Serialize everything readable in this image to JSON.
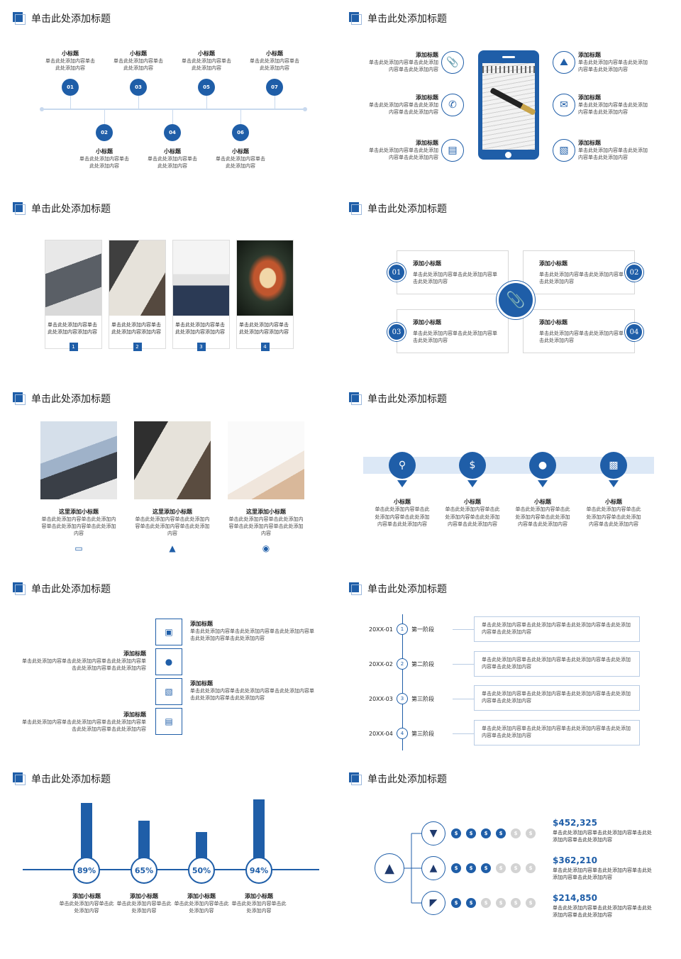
{
  "slide_title": "单击此处添加标题",
  "s1": {
    "top": [
      {
        "num": "01",
        "head": "小标题",
        "body": "单击此处添加内容单击此处添加内容"
      },
      {
        "num": "03",
        "head": "小标题",
        "body": "单击此处添加内容单击此处添加内容"
      },
      {
        "num": "05",
        "head": "小标题",
        "body": "单击此处添加内容单击此处添加内容"
      },
      {
        "num": "07",
        "head": "小标题",
        "body": "单击此处添加内容单击此处添加内容"
      }
    ],
    "bottom": [
      {
        "num": "02",
        "head": "小标题",
        "body": "单击此处添加内容单击此处添加内容"
      },
      {
        "num": "04",
        "head": "小标题",
        "body": "单击此处添加内容单击此处添加内容"
      },
      {
        "num": "06",
        "head": "小标题",
        "body": "单击此处添加内容单击此处添加内容"
      }
    ]
  },
  "s2": {
    "left": [
      {
        "head": "添加标题",
        "body": "单击此处添加内容单击此处添加内容单击此处添加内容"
      },
      {
        "head": "添加标题",
        "body": "单击此处添加内容单击此处添加内容单击此处添加内容"
      },
      {
        "head": "添加标题",
        "body": "单击此处添加内容单击此处添加内容单击此处添加内容"
      }
    ],
    "right": [
      {
        "head": "添加标题",
        "body": "单击此处添加内容单击此处添加内容单击此处添加内容"
      },
      {
        "head": "添加标题",
        "body": "单击此处添加内容单击此处添加内容单击此处添加内容"
      },
      {
        "head": "添加标题",
        "body": "单击此处添加内容单击此处添加内容单击此处添加内容"
      }
    ]
  },
  "s3": {
    "cards": [
      {
        "text": "单击此处添加内容单击此处添加内容添加内容",
        "num": "1"
      },
      {
        "text": "单击此处添加内容单击此处添加内容添加内容",
        "num": "2"
      },
      {
        "text": "单击此处添加内容单击此处添加内容添加内容",
        "num": "3"
      },
      {
        "text": "单击此处添加内容单击此处添加内容添加内容",
        "num": "4"
      }
    ]
  },
  "s4": {
    "items": [
      {
        "num": "01",
        "head": "添加小标题",
        "body": "单击此处添加内容单击此处添加内容单击此处添加内容"
      },
      {
        "num": "02",
        "head": "添加小标题",
        "body": "单击此处添加内容单击此处添加内容单击此处添加内容"
      },
      {
        "num": "03",
        "head": "添加小标题",
        "body": "单击此处添加内容单击此处添加内容单击此处添加内容"
      },
      {
        "num": "04",
        "head": "添加小标题",
        "body": "单击此处添加内容单击此处添加内容单击此处添加内容"
      }
    ]
  },
  "s5": {
    "items": [
      {
        "head": "这里添加小标题",
        "body": "单击此处添加内容单击此处添加内容单击此处添加内容单击此处添加内容"
      },
      {
        "head": "这里添加小标题",
        "body": "单击此处添加内容单击此处添加内容单击此处添加内容单击此处添加内容"
      },
      {
        "head": "这里添加小标题",
        "body": "单击此处添加内容单击此处添加内容单击此处添加内容单击此处添加内容"
      }
    ]
  },
  "s6": {
    "items": [
      {
        "head": "小标题",
        "body": "单击此处添加内容单击此处添加内容单击此处添加内容单击此处添加内容"
      },
      {
        "head": "小标题",
        "body": "单击此处添加内容单击此处添加内容单击此处添加内容单击此处添加内容"
      },
      {
        "head": "小标题",
        "body": "单击此处添加内容单击此处添加内容单击此处添加内容单击此处添加内容"
      },
      {
        "head": "小标题",
        "body": "单击此处添加内容单击此处添加内容单击此处添加内容单击此处添加内容"
      }
    ]
  },
  "s7": {
    "items": [
      {
        "head": "添加标题",
        "body": "单击此处添加内容单击此处添加内容单击此处添加内容单击此处添加内容单击此处添加内容"
      },
      {
        "head": "添加标题",
        "body": "单击此处添加内容单击此处添加内容单击此处添加内容单击此处添加内容单击此处添加内容"
      },
      {
        "head": "添加标题",
        "body": "单击此处添加内容单击此处添加内容单击此处添加内容单击此处添加内容单击此处添加内容"
      },
      {
        "head": "添加标题",
        "body": "单击此处添加内容单击此处添加内容单击此处添加内容单击此处添加内容单击此处添加内容"
      }
    ]
  },
  "s8": {
    "items": [
      {
        "date": "20XX-01",
        "num": "1",
        "stage": "第一阶段",
        "body": "单击此处添加内容单击此处添加内容单击此处添加内容单击此处添加内容单击此处添加内容"
      },
      {
        "date": "20XX-02",
        "num": "2",
        "stage": "第二阶段",
        "body": "单击此处添加内容单击此处添加内容单击此处添加内容单击此处添加内容单击此处添加内容"
      },
      {
        "date": "20XX-03",
        "num": "3",
        "stage": "第三阶段",
        "body": "单击此处添加内容单击此处添加内容单击此处添加内容单击此处添加内容单击此处添加内容"
      },
      {
        "date": "20XX-04",
        "num": "4",
        "stage": "第三阶段",
        "body": "单击此处添加内容单击此处添加内容单击此处添加内容单击此处添加内容单击此处添加内容"
      }
    ]
  },
  "chart_data": {
    "type": "bar",
    "categories": [
      "添加小标题",
      "添加小标题",
      "添加小标题",
      "添加小标题"
    ],
    "values": [
      89,
      65,
      50,
      94
    ],
    "labels": [
      "89%",
      "65%",
      "50%",
      "94%"
    ],
    "captions": [
      "单击此处添加内容单击此处添加内容",
      "单击此处添加内容单击此处添加内容",
      "单击此处添加内容单击此处添加内容",
      "单击此处添加内容单击此处添加内容"
    ],
    "ylim": [
      0,
      100
    ]
  },
  "s10": {
    "rows": [
      {
        "price": "$452,325",
        "filled": 4,
        "total": 6,
        "body": "单击此处添加内容单击此处添加内容单击此处添加内容单击此处添加内容"
      },
      {
        "price": "$362,210",
        "filled": 3,
        "total": 6,
        "body": "单击此处添加内容单击此处添加内容单击此处添加内容单击此处添加内容"
      },
      {
        "price": "$214,850",
        "filled": 2,
        "total": 6,
        "body": "单击此处添加内容单击此处添加内容单击此处添加内容单击此处添加内容"
      }
    ],
    "bag_symbol": "$"
  },
  "colors": {
    "accent": "#1f5ea8",
    "light": "#c8d9ee",
    "band": "#dce8f6"
  }
}
